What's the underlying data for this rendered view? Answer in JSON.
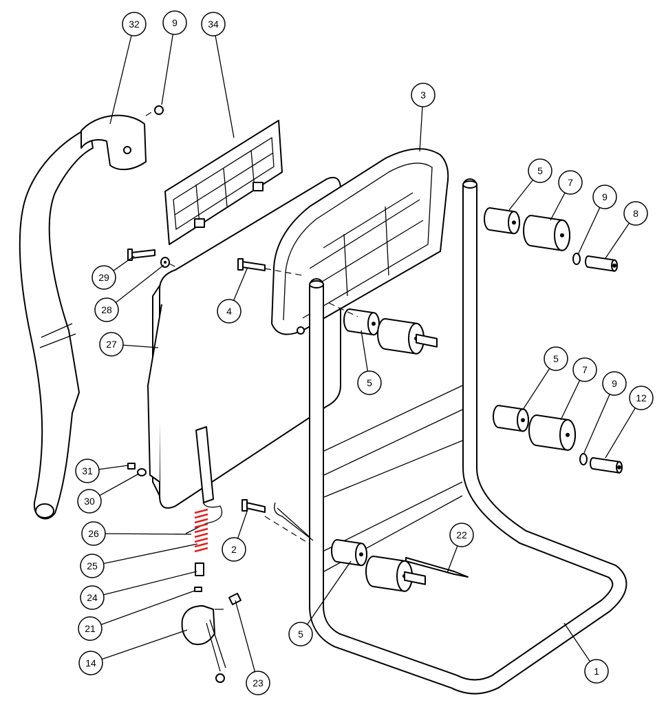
{
  "diagram": {
    "type": "exploded parts diagram",
    "accent_color": "#e02020",
    "callouts": [
      "32",
      "9",
      "34",
      "3",
      "5",
      "7",
      "9",
      "8",
      "29",
      "28",
      "4",
      "27",
      "5",
      "5",
      "7",
      "9",
      "12",
      "31",
      "30",
      "26",
      "2",
      "25",
      "22",
      "24",
      "21",
      "5",
      "14",
      "23",
      "1"
    ]
  }
}
